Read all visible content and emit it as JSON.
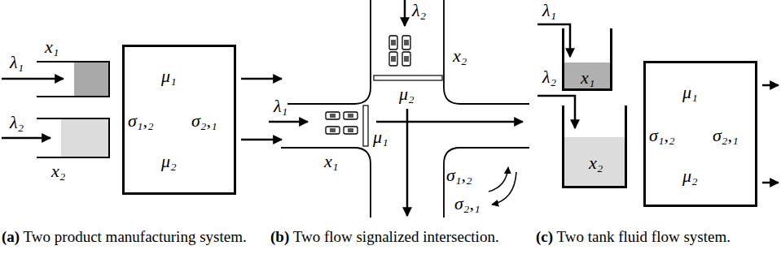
{
  "diagram": {
    "nodes": [
      {
        "text": [
          "x₁"
        ]
      },
      {
        "text": [
          "x₂"
        ]
      },
      {
        "text": [
          "μ₁",
          "μ₂",
          "σ₁,₂",
          "σ₂,₁"
        ]
      },
      {
        "text": [
          "x₁"
        ]
      },
      {
        "text": [
          "x₂"
        ]
      },
      {
        "text": [
          "μ₁",
          "μ₂",
          "σ₁,₂",
          "σ₂,₁"
        ]
      }
    ],
    "labels": [
      "λ₁",
      "λ₂",
      "λ₂",
      "x₂",
      "μ₂",
      "λ₁",
      "x₁",
      "μ₁",
      "σ₁,₂",
      "σ₂,₁",
      "λ₁",
      "λ₂",
      "(a)",
      "Two product manufacturing system.",
      "(b)",
      "Two flow signalized intersection.",
      "(c)",
      "Two tank fluid flow system."
    ]
  }
}
